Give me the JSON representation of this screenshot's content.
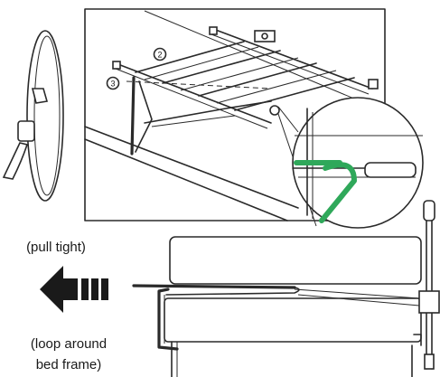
{
  "labels": {
    "step_2": "2",
    "step_3": "3",
    "pull_line_1": "(pull tight)",
    "loop_line_1": "(loop around",
    "loop_line_2": "bed frame)"
  },
  "colors": {
    "strap_highlight": "#2fa85a",
    "ink": "#2a2a2a",
    "background": "#ffffff"
  },
  "icons": {
    "arrow": "left-arrow-icon"
  }
}
